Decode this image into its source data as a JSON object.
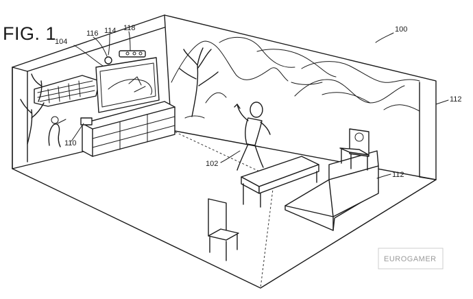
{
  "figure": {
    "title": "FIG. 1"
  },
  "reference_numerals": {
    "system": "100",
    "user": "102",
    "display": "104",
    "console": "110",
    "wall_upper_right": "112",
    "wall_lower_right": "112",
    "sensor_a": "114",
    "sensor_b": "116",
    "camera": "118"
  },
  "watermark": {
    "text": "EUROGAMER"
  },
  "colors": {
    "line": "#1a1a1a",
    "background": "#ffffff",
    "watermark": "#9a9a9a"
  }
}
